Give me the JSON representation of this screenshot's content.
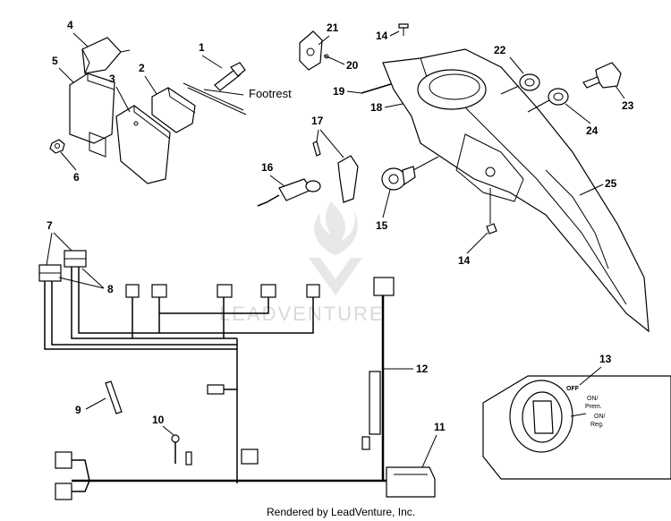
{
  "callouts": {
    "c1": "1",
    "c2": "2",
    "c3": "3",
    "c4": "4",
    "c5": "5",
    "c6": "6",
    "c7": "7",
    "c8": "8",
    "c9": "9",
    "c10": "10",
    "c11": "11",
    "c12": "12",
    "c13": "13",
    "c14a": "14",
    "c14b": "14",
    "c15": "15",
    "c16": "16",
    "c17": "17",
    "c18": "18",
    "c19": "19",
    "c20": "20",
    "c21": "21",
    "c22": "22",
    "c23": "23",
    "c24": "24",
    "c25": "25"
  },
  "labels": {
    "footrest": "Footrest",
    "switch_off": "OFF",
    "switch_on_prem": "ON/",
    "switch_prem": "Prem.",
    "switch_on_reg": "ON/",
    "switch_reg": "Reg."
  },
  "watermark": "LEADVENTURE",
  "footer": "Rendered by LeadVenture, Inc."
}
